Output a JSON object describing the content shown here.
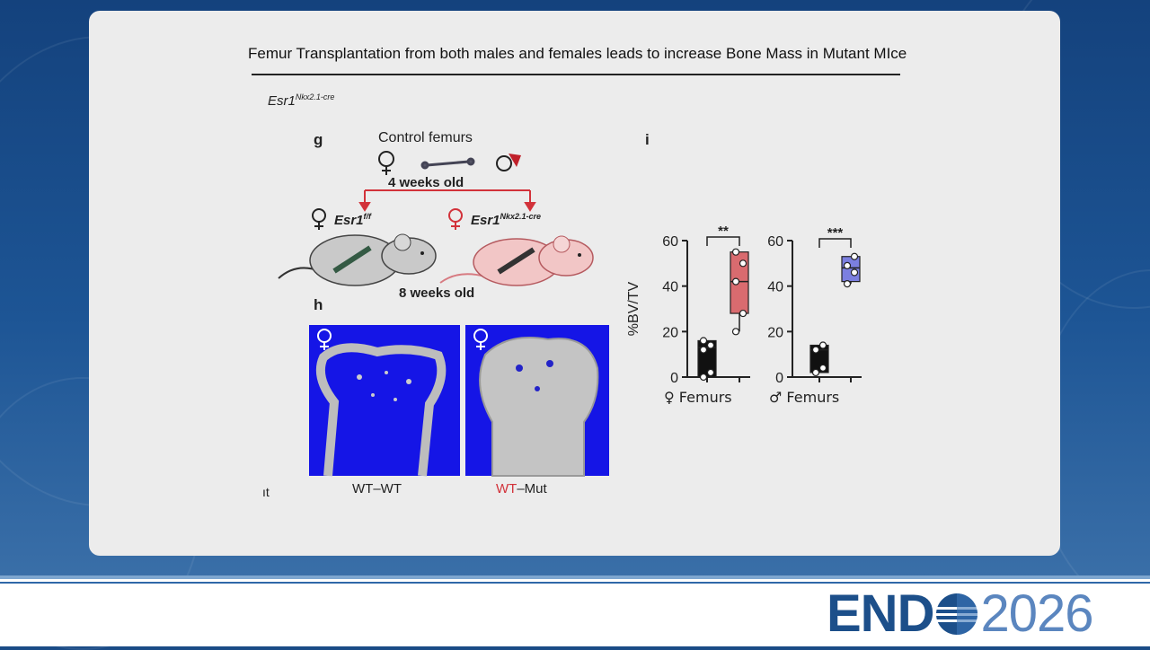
{
  "slide": {
    "title": "Femur Transplantation from both males and females leads to increase Bone Mass in Mutant MIce"
  },
  "figure": {
    "genotype_header": "Esr1",
    "genotype_header_sup": "Nkx2.1-cre",
    "panel_g": {
      "label": "g",
      "title": "Control femurs",
      "age_top": "4 weeks old",
      "left_group": "Esr1",
      "left_group_sup": "f/f",
      "right_group": "Esr1",
      "right_group_sup": "Nkx2.1-cre",
      "age_bottom": "8 weeks old"
    },
    "panel_h": {
      "label": "h",
      "left_caption": "WT–WT",
      "right_caption_a": "WT",
      "right_caption_b": "–Mut",
      "edge_fragment": "ıt"
    },
    "panel_i": {
      "label": "i"
    }
  },
  "chart_data": [
    {
      "type": "box",
      "ylabel": "%BV/TV",
      "ylim": [
        0,
        60
      ],
      "yticks": [
        "0",
        "20",
        "40",
        "60"
      ],
      "xlabel": "Femurs",
      "xlabel_symbol": "♀",
      "significance": "**",
      "series": [
        {
          "color": "#111111",
          "points": [
            0,
            2,
            12,
            14,
            16
          ],
          "q1": 0,
          "median": 13,
          "q3": 16
        },
        {
          "color": "#d96b6f",
          "points": [
            20,
            28,
            42,
            50,
            55
          ],
          "q1": 28,
          "median": 42,
          "q3": 55
        }
      ]
    },
    {
      "type": "box",
      "ylabel": "",
      "ylim": [
        0,
        60
      ],
      "yticks": [
        "0",
        "20",
        "40",
        "60"
      ],
      "xlabel": "Femurs",
      "xlabel_symbol": "♂",
      "significance": "***",
      "series": [
        {
          "color": "#111111",
          "points": [
            2,
            4,
            12,
            14
          ],
          "q1": 2,
          "median": 12,
          "q3": 14
        },
        {
          "color": "#7b7fe0",
          "points": [
            41,
            46,
            49,
            53
          ],
          "q1": 42,
          "median": 48,
          "q3": 53
        }
      ]
    }
  ],
  "footer": {
    "logo_left": "END",
    "logo_right": "2026"
  }
}
